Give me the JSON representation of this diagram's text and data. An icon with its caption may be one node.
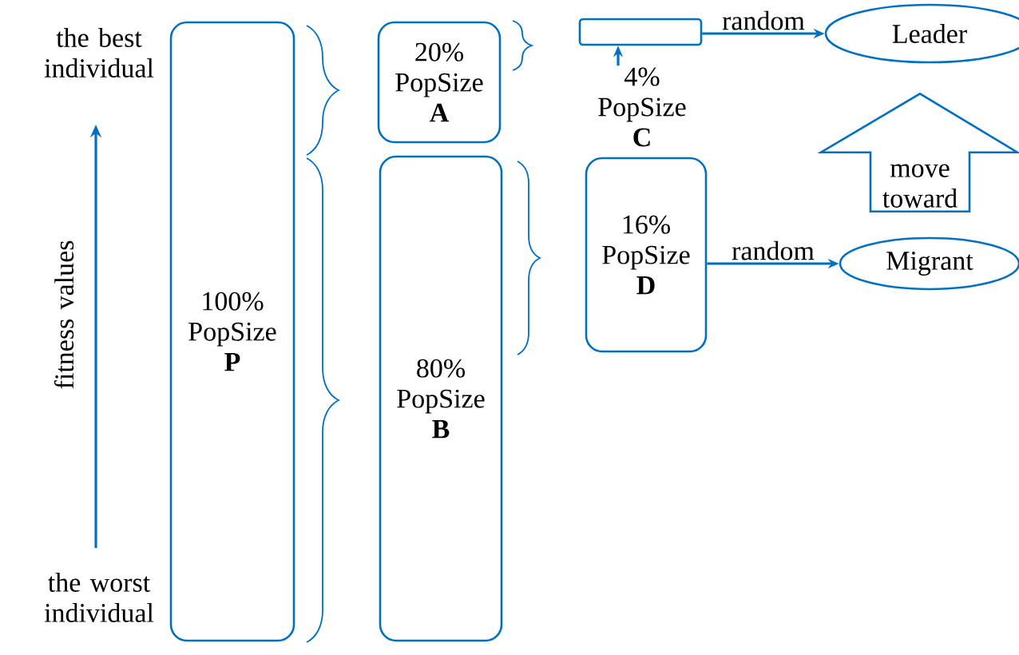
{
  "diagram": {
    "nodes": [
      {
        "text": [
          "100% PopSize",
          "P"
        ]
      },
      {
        "text": [
          "20% PopSize",
          "A"
        ]
      },
      {
        "text": [
          "80% PopSize",
          "B"
        ]
      },
      {
        "text": [],
        "shape": "box"
      },
      {
        "text": [
          "4% PopSize",
          "C"
        ]
      },
      {
        "text": [
          "16% PopSize",
          "D"
        ]
      },
      {
        "text": [
          "Leader"
        ]
      },
      {
        "text": [
          "Migrant"
        ]
      }
    ],
    "edges": [
      {
        "from": 4,
        "to": 3,
        "arrow": "to"
      },
      {
        "from": 3,
        "to": 6,
        "arrow": "to",
        "label": "random"
      },
      {
        "from": 5,
        "to": 7,
        "arrow": "to",
        "label": "random"
      },
      {
        "from": 7,
        "to": 6,
        "arrow": "to",
        "label": "move toward",
        "style": "thick"
      }
    ],
    "labels": [
      "the best individual",
      "fitness values",
      "the worst individual"
    ]
  }
}
